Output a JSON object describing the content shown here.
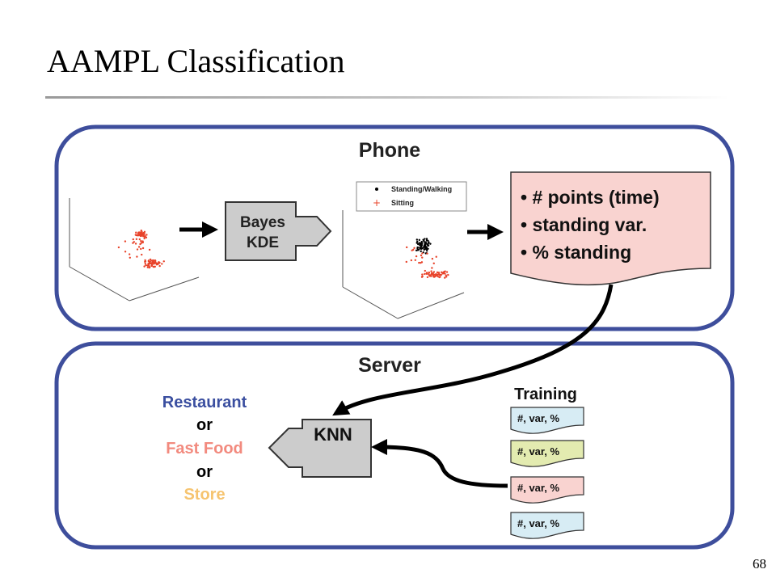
{
  "slide": {
    "title": "AAMPL Classification",
    "page_number": "68"
  },
  "phone": {
    "label": "Phone",
    "process_box": [
      "Bayes",
      "KDE"
    ],
    "legend": [
      {
        "label": "Standing/Walking",
        "color": "#000000",
        "marker": "dot"
      },
      {
        "label": "Sitting",
        "color": "#e8432a",
        "marker": "plus"
      }
    ],
    "features": [
      "• # points (time)",
      "• standing var.",
      "• % standing"
    ],
    "features_color": "#f9d3d0"
  },
  "server": {
    "label": "Server",
    "classifier": "KNN",
    "outputs": [
      {
        "text": "Restaurant",
        "color": "#3b4fa0"
      },
      {
        "text": "or",
        "color": "#000000"
      },
      {
        "text": "Fast Food",
        "color": "#f28a7e"
      },
      {
        "text": "or",
        "color": "#000000"
      },
      {
        "text": "Store",
        "color": "#f6c470"
      }
    ],
    "training_label": "Training",
    "training_docs": [
      {
        "text": "#, var, %",
        "color": "#d7ecf4"
      },
      {
        "text": "#, var, %",
        "color": "#e3ebb0"
      },
      {
        "text": "#, var, %",
        "color": "#f9d3d0"
      },
      {
        "text": "#, var, %",
        "color": "#d7ecf4"
      }
    ]
  },
  "colors": {
    "panel_border": "#3e4e9c",
    "box_fill": "#cccccc"
  }
}
